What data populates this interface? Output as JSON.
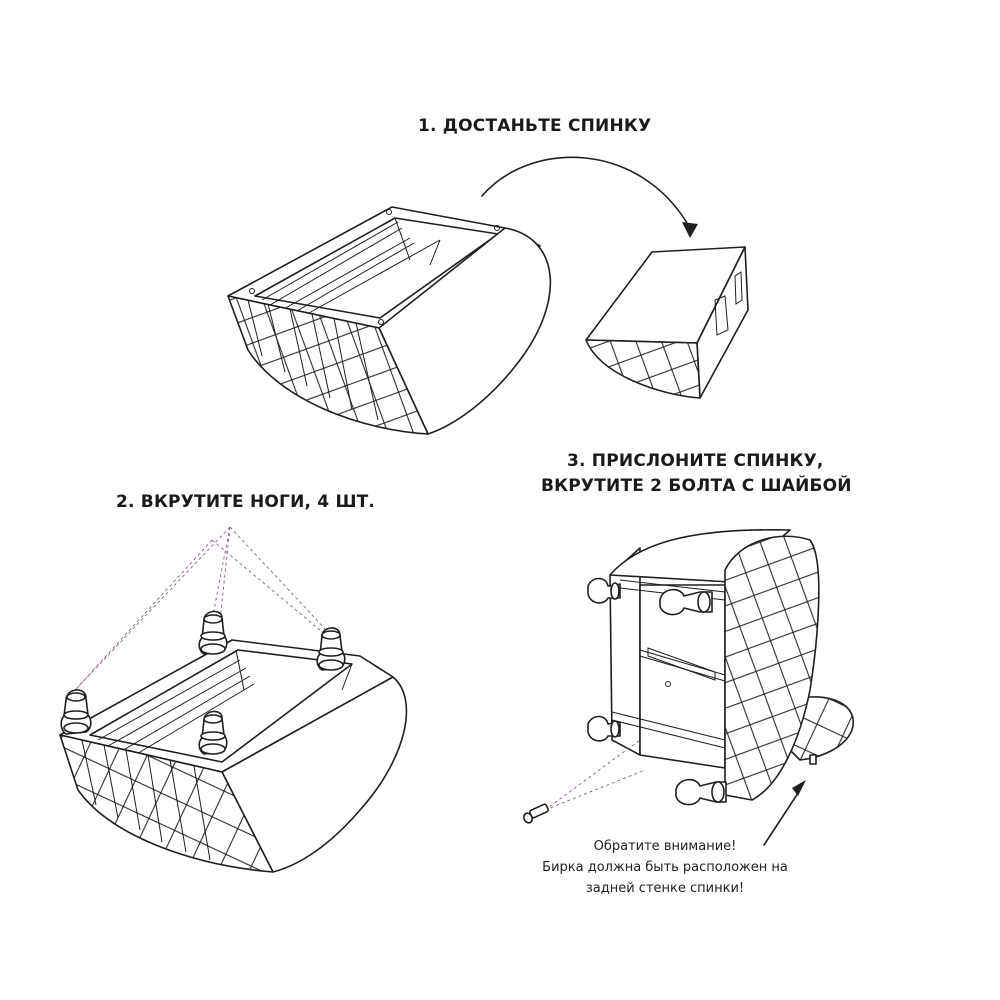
{
  "steps": {
    "step1": {
      "title": "1. ДОСТАНЬТЕ СПИНКУ"
    },
    "step2": {
      "title": "2. ВКРУТИТЕ НОГИ, 4 ШТ."
    },
    "step3": {
      "title_line1": "3. ПРИСЛОНИТЕ СПИНКУ,",
      "title_line2": "ВКРУТИТЕ 2 БОЛТА С ШАЙБОЙ"
    }
  },
  "note": {
    "line1": "Обратите внимание!",
    "line2": "Бирка должна быть расположен на",
    "line3": "задней стенке спинки!"
  },
  "colors": {
    "line": "#1f1f1f",
    "dashed_guides": "#8a5b8c",
    "background": "#ffffff"
  }
}
